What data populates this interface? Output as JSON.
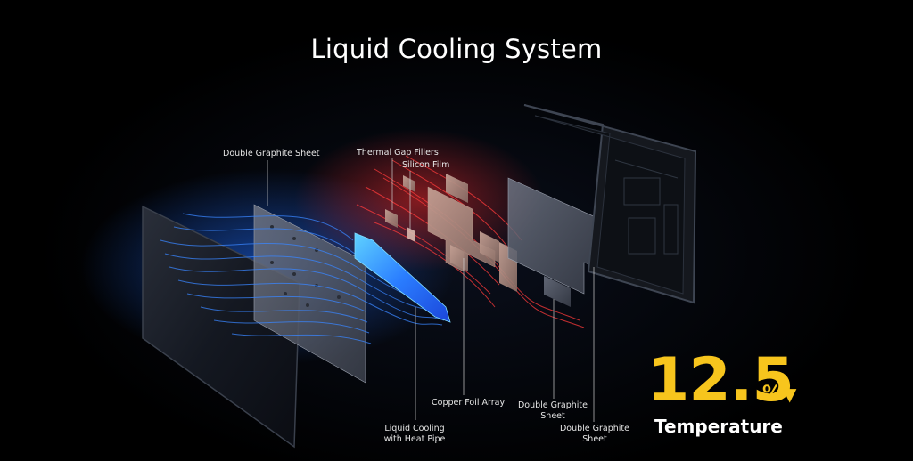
{
  "title": "Liquid Cooling System",
  "labels": {
    "double_graphite_sheet_left": "Double Graphite Sheet",
    "thermal_gap_fillers": "Thermal Gap Fillers",
    "silicon_film": "Silicon Film",
    "liquid_cooling_line1": "Liquid Cooling",
    "liquid_cooling_line2": "with Heat Pipe",
    "copper_foil_array": "Copper Foil Array",
    "double_graphite_sheet_mid_line1": "Double Graphite",
    "double_graphite_sheet_mid_line2": "Sheet",
    "double_graphite_sheet_right_line1": "Double Graphite",
    "double_graphite_sheet_right_line2": "Sheet"
  },
  "stat": {
    "value": "12.5",
    "unit": "%",
    "label": "Temperature",
    "direction_icon": "triangle-down-icon"
  },
  "colors": {
    "background": "#000000",
    "accent_yellow": "#f7c51d",
    "cool_blue": "#1f6dff",
    "heat_red": "#ff2a2a",
    "text": "#ffffff"
  }
}
